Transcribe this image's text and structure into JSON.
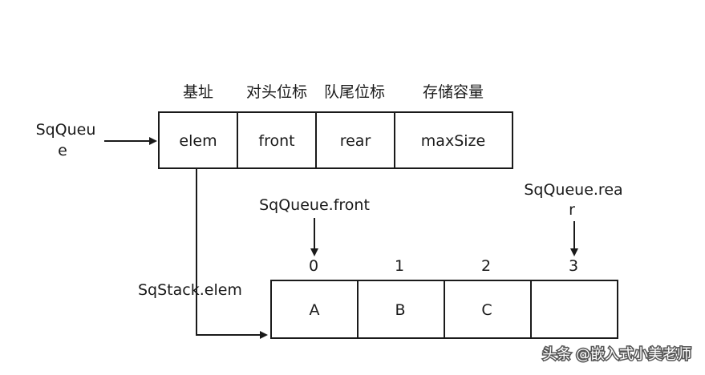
{
  "struct": {
    "headers": [
      "基址",
      "对头位标",
      "队尾位标",
      "存储容量"
    ],
    "fields": [
      "elem",
      "front",
      "rear",
      "maxSize"
    ],
    "pointer_label_line1": "SqQueu",
    "pointer_label_line2": "e"
  },
  "array": {
    "indices": [
      "0",
      "1",
      "2",
      "3"
    ],
    "cells": [
      "A",
      "B",
      "C",
      ""
    ],
    "elem_label": "SqStack.elem",
    "front_label": "SqQueue.front",
    "rear_label_line1": "SqQueue.rea",
    "rear_label_line2": "r"
  },
  "watermark": "头条 @嵌入式小美老师"
}
